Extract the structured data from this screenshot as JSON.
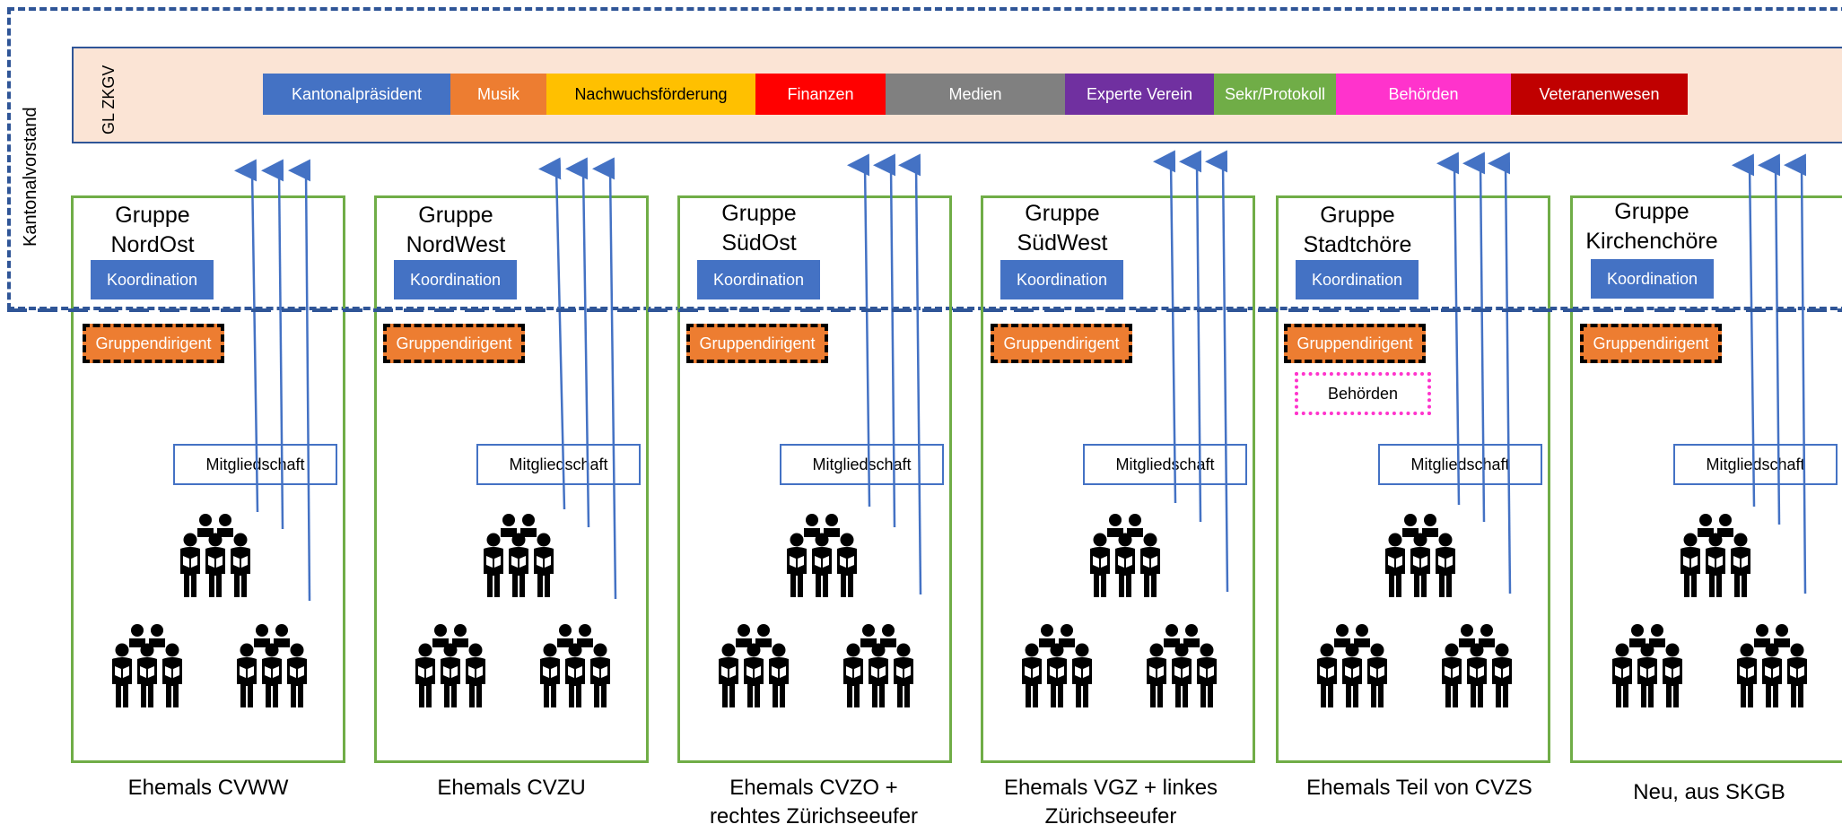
{
  "kantonalvorstand": {
    "label": "Kantonalvorstand"
  },
  "gl": {
    "label": "GL ZKGV",
    "ressorts": [
      {
        "label": "Kantonalpräsident",
        "color": "#4472c4"
      },
      {
        "label": "Musik",
        "color": "#ed7d31"
      },
      {
        "label": "Nachwuchsförderung",
        "color": "#ffc000",
        "text_color": "#000000"
      },
      {
        "label": "Finanzen",
        "color": "#ff0000"
      },
      {
        "label": "Medien",
        "color": "#808080"
      },
      {
        "label": "Experte Verein",
        "color": "#7030a0"
      },
      {
        "label": "Sekr/Protokoll",
        "color": "#70ad47"
      },
      {
        "label": "Behörden",
        "color": "#ff33cc"
      },
      {
        "label": "Veteranenwesen",
        "color": "#c00000"
      }
    ]
  },
  "groups": [
    {
      "name_line1": "Gruppe",
      "name_line2": "NordOst",
      "koordination": "Koordination",
      "dirigent": "Gruppendirigent",
      "mitgliedschaft": "Mitgliedschaft",
      "origin_line1": "Ehemals CVWW",
      "origin_line2": ""
    },
    {
      "name_line1": "Gruppe",
      "name_line2": "NordWest",
      "koordination": "Koordination",
      "dirigent": "Gruppendirigent",
      "mitgliedschaft": "Mitgliedschaft",
      "origin_line1": "Ehemals CVZU",
      "origin_line2": ""
    },
    {
      "name_line1": "Gruppe",
      "name_line2": "SüdOst",
      "koordination": "Koordination",
      "dirigent": "Gruppendirigent",
      "mitgliedschaft": "Mitgliedschaft",
      "origin_line1": "Ehemals CVZO +",
      "origin_line2": "rechtes Zürichseeufer"
    },
    {
      "name_line1": "Gruppe",
      "name_line2": "SüdWest",
      "koordination": "Koordination",
      "dirigent": "Gruppendirigent",
      "mitgliedschaft": "Mitgliedschaft",
      "origin_line1": "Ehemals VGZ + linkes",
      "origin_line2": "Zürichseeufer"
    },
    {
      "name_line1": "Gruppe",
      "name_line2": "Stadtchöre",
      "koordination": "Koordination",
      "dirigent": "Gruppendirigent",
      "behoerden": "Behörden",
      "mitgliedschaft": "Mitgliedschaft",
      "origin_line1": "Ehemals Teil von CVZS",
      "origin_line2": ""
    },
    {
      "name_line1": "Gruppe",
      "name_line2": "Kirchenchöre",
      "koordination": "Koordination",
      "dirigent": "Gruppendirigent",
      "mitgliedschaft": "Mitgliedschaft",
      "origin_line1": "Neu, aus SKGB",
      "origin_line2": ""
    }
  ],
  "icons": {
    "choir": "choir-singers-icon"
  },
  "colors": {
    "kv_dash": "#2f5597",
    "gl_fill": "#fbe4d5",
    "group_border": "#70ad47",
    "arrow": "#4472c4"
  }
}
